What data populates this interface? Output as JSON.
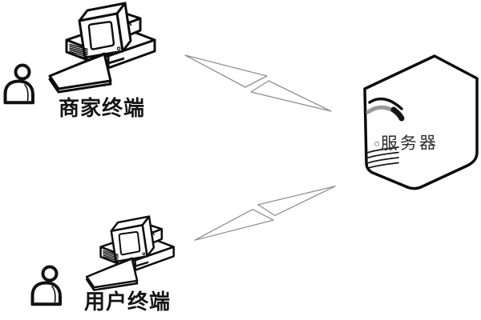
{
  "diagram": {
    "background_color": "#ffffff",
    "outline_color": "#111111",
    "lightning_outline_color": "#8f8f8f",
    "label_text_color": "#151515",
    "server_text_color": "#2e2e2e",
    "nodes": [
      {
        "id": "merchant-terminal",
        "label": "商家终端",
        "icon": "desktop-computer-icon",
        "actor_icon": "person-icon"
      },
      {
        "id": "user-terminal",
        "label": "用户终端",
        "icon": "desktop-computer-icon",
        "actor_icon": "person-icon"
      },
      {
        "id": "server",
        "bullet": "○",
        "label": "服务器",
        "icon": "server-tower-icon"
      }
    ],
    "connections": [
      {
        "from": "merchant-terminal",
        "to": "server",
        "style": "lightning-zigzag"
      },
      {
        "from": "user-terminal",
        "to": "server",
        "style": "lightning-zigzag"
      }
    ]
  }
}
